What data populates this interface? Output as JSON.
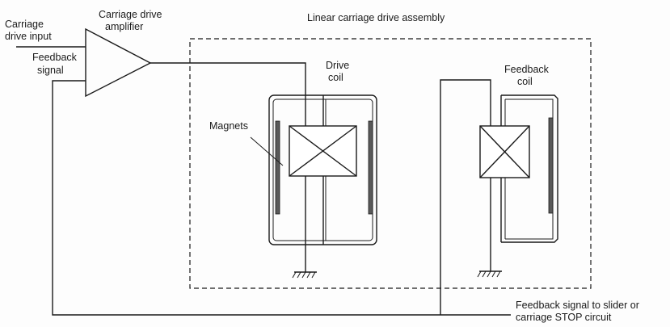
{
  "labels": {
    "carriage_drive_input": [
      "Carriage",
      "drive input"
    ],
    "carriage_drive_amplifier": [
      "Carriage drive",
      "amplifier"
    ],
    "feedback_signal": [
      "Feedback",
      "signal"
    ],
    "assembly": "Linear carriage drive assembly",
    "drive_coil": [
      "Drive",
      "coil"
    ],
    "feedback_coil": [
      "Feedback",
      "coil"
    ],
    "magnets": "Magnets",
    "feedback_output": [
      "Feedback signal to slider or",
      "carriage STOP circuit"
    ]
  },
  "icons": {
    "amplifier": "triangle-amplifier-icon",
    "coil": "crossed-box-coil-icon",
    "ground": "ground-symbol-icon"
  }
}
